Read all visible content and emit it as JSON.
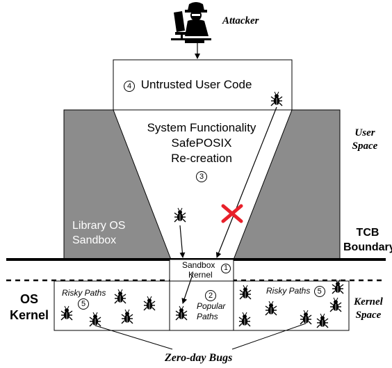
{
  "attacker_label": "Attacker",
  "untrusted_code": {
    "num": "4",
    "label": "Untrusted User Code"
  },
  "safeposix": {
    "line1": "System Functionality",
    "line2": "SafePOSIX",
    "line3": "Re-creation",
    "num": "3"
  },
  "library_os": {
    "line1": "Library OS",
    "line2": "Sandbox"
  },
  "user_space": {
    "line1": "User",
    "line2": "Space"
  },
  "tcb": {
    "line1": "TCB",
    "line2": "Boundary"
  },
  "sandbox_kernel": {
    "line1": "Sandbox",
    "line2": "Kernel",
    "num": "1"
  },
  "popular_paths": {
    "num": "2",
    "line1": "Popular",
    "line2": "Paths"
  },
  "risky_left": {
    "label": "Risky Paths",
    "num": "5"
  },
  "risky_right": {
    "label": "Risky Paths",
    "num": "5"
  },
  "os_kernel": {
    "line1": "OS",
    "line2": "Kernel"
  },
  "kernel_space": {
    "line1": "Kernel",
    "line2": "Space"
  },
  "zero_day": "Zero-day Bugs",
  "colors": {
    "gray": "#8c8c8c",
    "red": "#e8202a",
    "black": "#000000"
  }
}
